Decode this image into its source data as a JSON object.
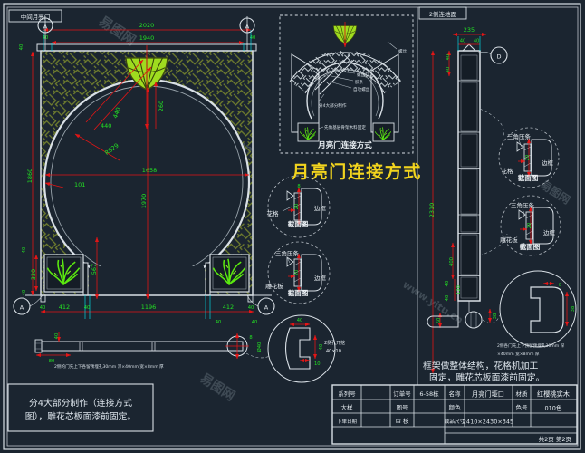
{
  "colors": {
    "background": "#1b2530",
    "linework": "#d9e0e6",
    "dimension_red": "#e31515",
    "dimension_green": "#23e223",
    "extension_cyan": "#00dbe8",
    "lattice_olive": "#72802e",
    "lattice_bright": "#cdf428",
    "plant_green": "#5ae80f",
    "title_yellow": "#f2d41e"
  },
  "watermark": {
    "logo": "易图网",
    "site": "www.yitu.cn"
  },
  "left": {
    "label": "中间月亮门",
    "marker": "A",
    "d2020": "2020",
    "d1940": "1940",
    "d40tl": "40",
    "d40tr": "40",
    "d40l": "40",
    "d1860": "1860",
    "d440a": "440",
    "d440b": "440",
    "dR829": "R829",
    "d260": "260",
    "d1658": "1658",
    "d1970": "1970",
    "d567": "567",
    "d330": "330",
    "d40l1": "40",
    "d40l2": "40",
    "d101": "101",
    "b1": "40",
    "b2": "412",
    "b3": "40",
    "b4": "1196",
    "b5": "412",
    "b6": "40",
    "b7": "40",
    "b8": "40",
    "bar40": "40",
    "bar80": "80",
    "bar8": "8",
    "barD40": "Ø40",
    "bar_note": "2侧的门先上下各留预埋孔30mm 深×40mm 宽×8mm 厚",
    "hole40t": "40",
    "hole40r": "40",
    "hole10": "10",
    "hole_l1": "2侧孔开挖",
    "hole_l2": "40×10",
    "note1": "分4大部分制作（连接方式",
    "note2": "图），雕花芯板面漆前固定。"
  },
  "center": {
    "caption": "月亮门连接方式",
    "title": "月亮门连接方式",
    "a_luosi": "螺丝",
    "a_luosiding": "螺丝钉",
    "a_jiaotiao": "胶条",
    "a_zigong": "自攻螺丝",
    "a_mid": "分4大部分制作",
    "a_bottom": "先做基层骨架木料固定",
    "s1_huage": "花格",
    "s1_biankuang": "边框",
    "s1_cap": "截面图",
    "s1_d8": "8",
    "s1_d20": "20",
    "s2_yajiao": "三角压条",
    "s2_diaohua": "雕花板",
    "s2_biankuang": "边框",
    "s2_cap": "截面图",
    "s2_d20": "20"
  },
  "right": {
    "label": "2侧连地面",
    "marker": "D",
    "d235": "235",
    "d40a": "40",
    "d40b": "40",
    "d40c": "40",
    "d40d": "40",
    "d2310": "2310",
    "d400": "400",
    "d120": "120",
    "d40e": "40",
    "d40f": "40",
    "d60": "60",
    "d38": "38",
    "e8": "8",
    "e38": "38",
    "s1_yajiao": "三角压条",
    "s1_huage": "花格",
    "s1_biankuang": "边框",
    "s1_cap": "截面图",
    "s1_d20": "20",
    "s2_yajiao": "三角压条",
    "s2_diaohua": "雕花板",
    "s2_biankuang": "边框",
    "s2_cap": "截面图",
    "s2_d20": "20",
    "note_l1": "2侧各门先上下预留预埋孔30mm 深",
    "note_l2": "×40mm 宽×8mm 厚",
    "para1": "框架做整体结构，花格机加工",
    "para2": "固定，雕花芯板面漆前固定。"
  },
  "titleblock": {
    "r1c1": "系列号",
    "r1c3": "订单号",
    "r1v3": "6-58栋",
    "r1c5": "名称",
    "r1v5": "月亮门垭口",
    "r1c7": "材质",
    "r1v7": "红樱桃实木",
    "r2c1": "大样",
    "r2c3": "图号",
    "r2c5": "颜色",
    "r2c7": "色号",
    "r2v7": "010色",
    "r3c1": "下单日期",
    "r3c3": "审 核",
    "r3c5": "成品尺寸",
    "r3v5": "2410×2430×345",
    "page": "共2页  第2页"
  }
}
